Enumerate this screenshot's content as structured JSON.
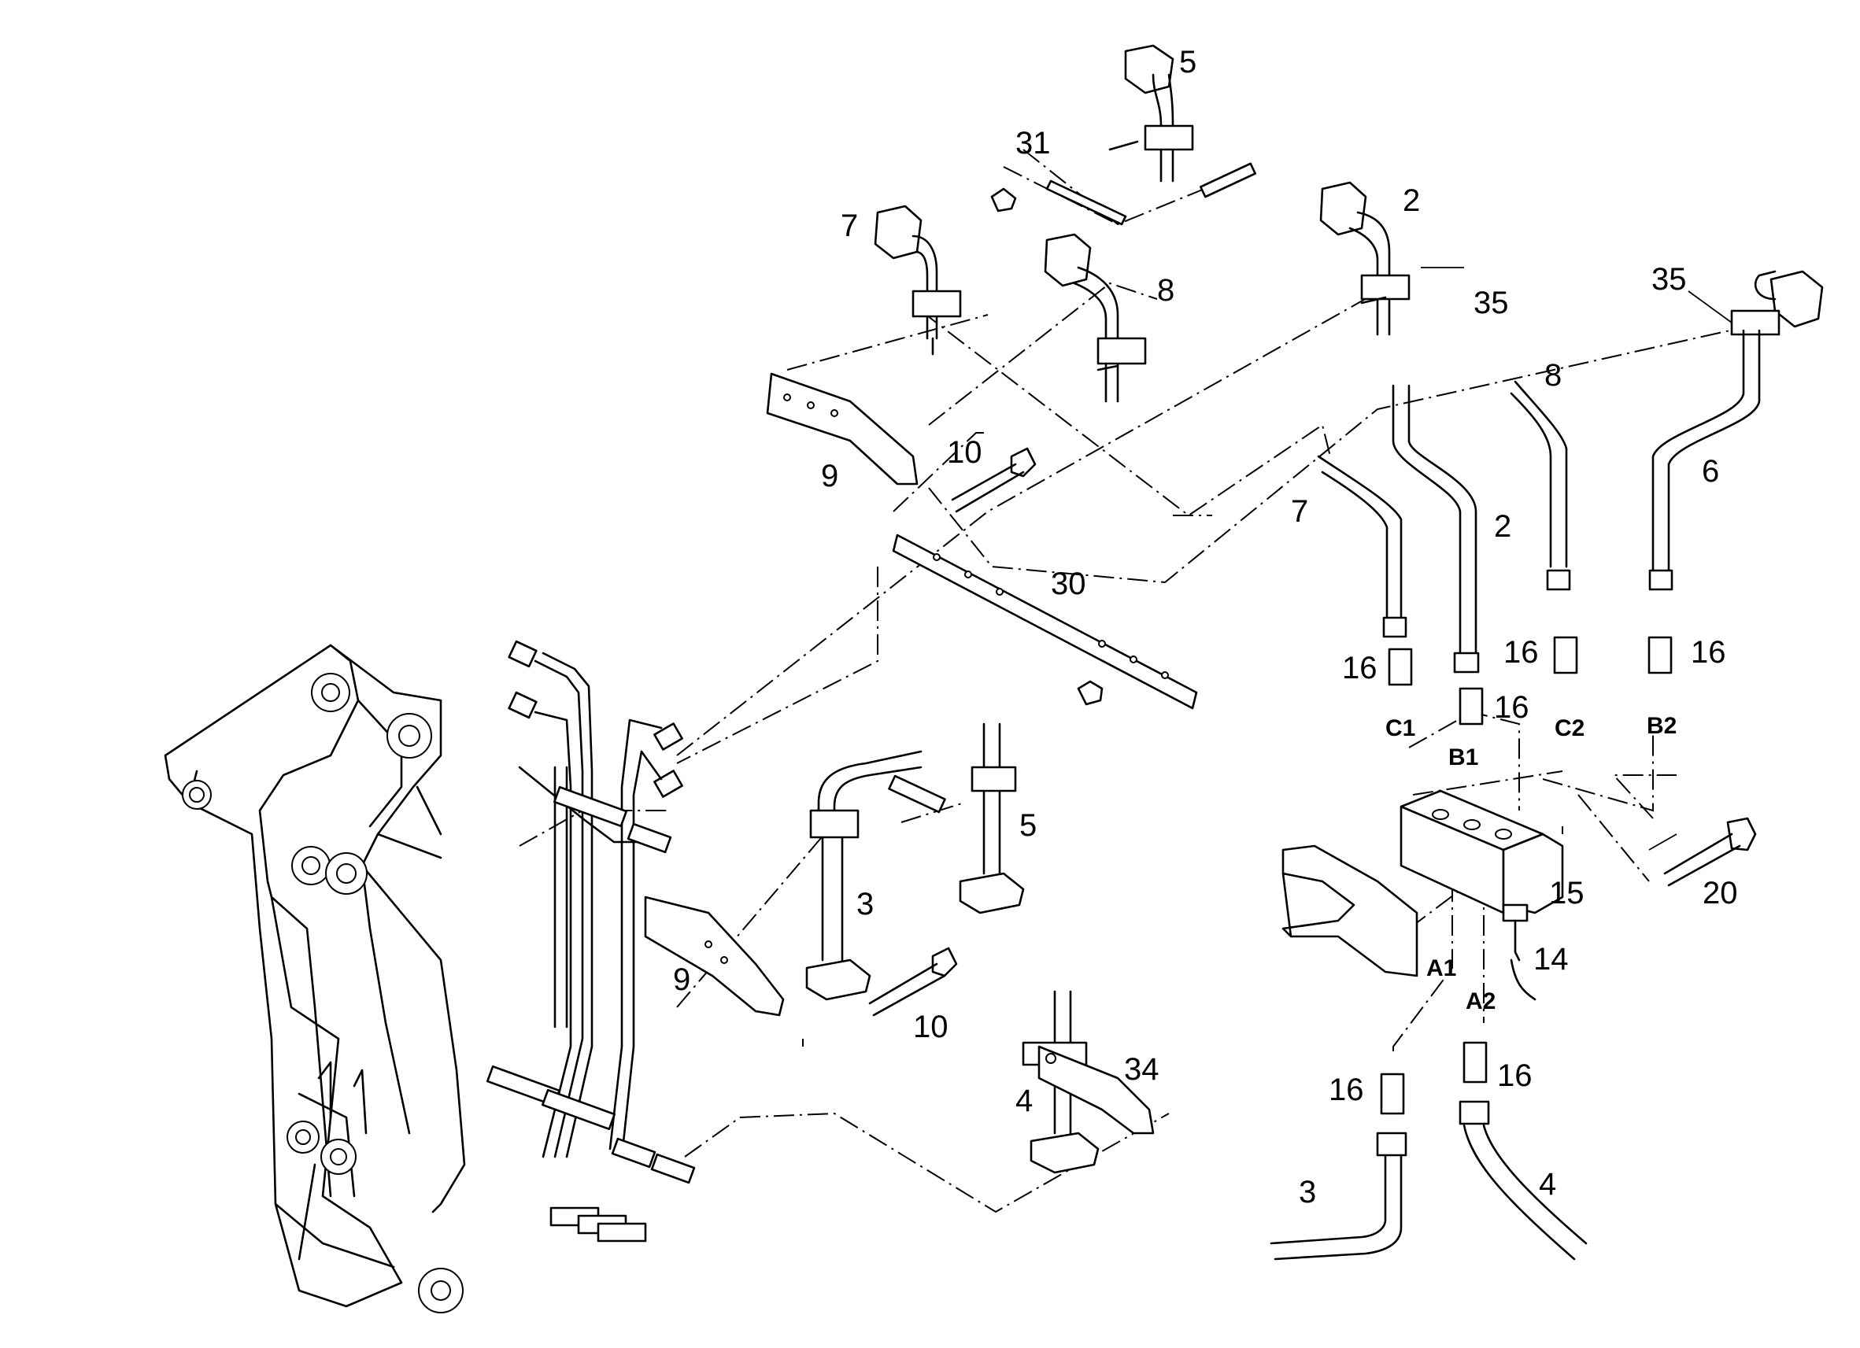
{
  "labels": {
    "p5_top": "5",
    "p31": "31",
    "p7_top": "7",
    "p2_top": "2",
    "p8_top": "8",
    "p35_a": "35",
    "p35_b": "35",
    "p8_right": "8",
    "p10_top": "10",
    "p9_top": "9",
    "p7_hose": "7",
    "p2_hose": "2",
    "p6": "6",
    "p30": "30",
    "p16_c1": "16",
    "p16_b1": "16",
    "p16_c2": "16",
    "p16_b2": "16",
    "p5_mid": "5",
    "p3_mid": "3",
    "p9_mid": "9",
    "p10_mid": "10",
    "p15": "15",
    "p20": "20",
    "p14": "14",
    "p34": "34",
    "p4_mid": "4",
    "p16_a1": "16",
    "p16_a2": "16",
    "p3_bottom": "3",
    "p4_bottom": "4"
  },
  "ports": {
    "c1": "C1",
    "b1": "B1",
    "c2": "C2",
    "b2": "B2",
    "a1": "A1",
    "a2": "A2"
  }
}
